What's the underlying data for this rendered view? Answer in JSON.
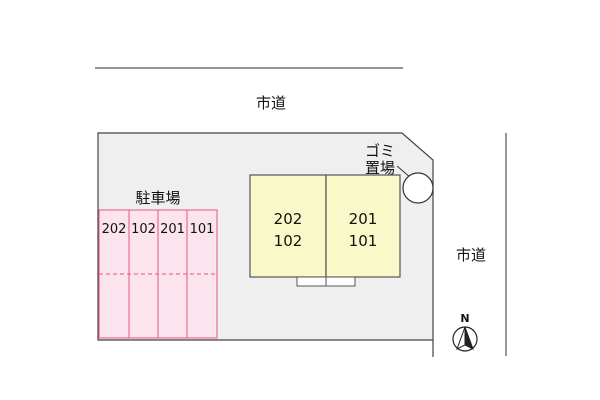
{
  "roads": {
    "top_label": "市道",
    "right_label": "市道"
  },
  "parking": {
    "label": "駐車場",
    "spaces": [
      "202",
      "102",
      "201",
      "101"
    ]
  },
  "building": {
    "units_left": [
      "202",
      "102"
    ],
    "units_right": [
      "201",
      "101"
    ]
  },
  "garbage": {
    "line1": "ゴミ",
    "line2": "置場"
  },
  "compass": {
    "label": "N",
    "icon": "north-arrow-icon"
  },
  "colors": {
    "lot_fill": "#efefef",
    "lot_stroke": "#444444",
    "parking_fill": "#fce4ee",
    "parking_stroke": "#e8557f",
    "building_fill": "#f8f8c8",
    "building_stroke": "#555555",
    "text": "#111111"
  }
}
